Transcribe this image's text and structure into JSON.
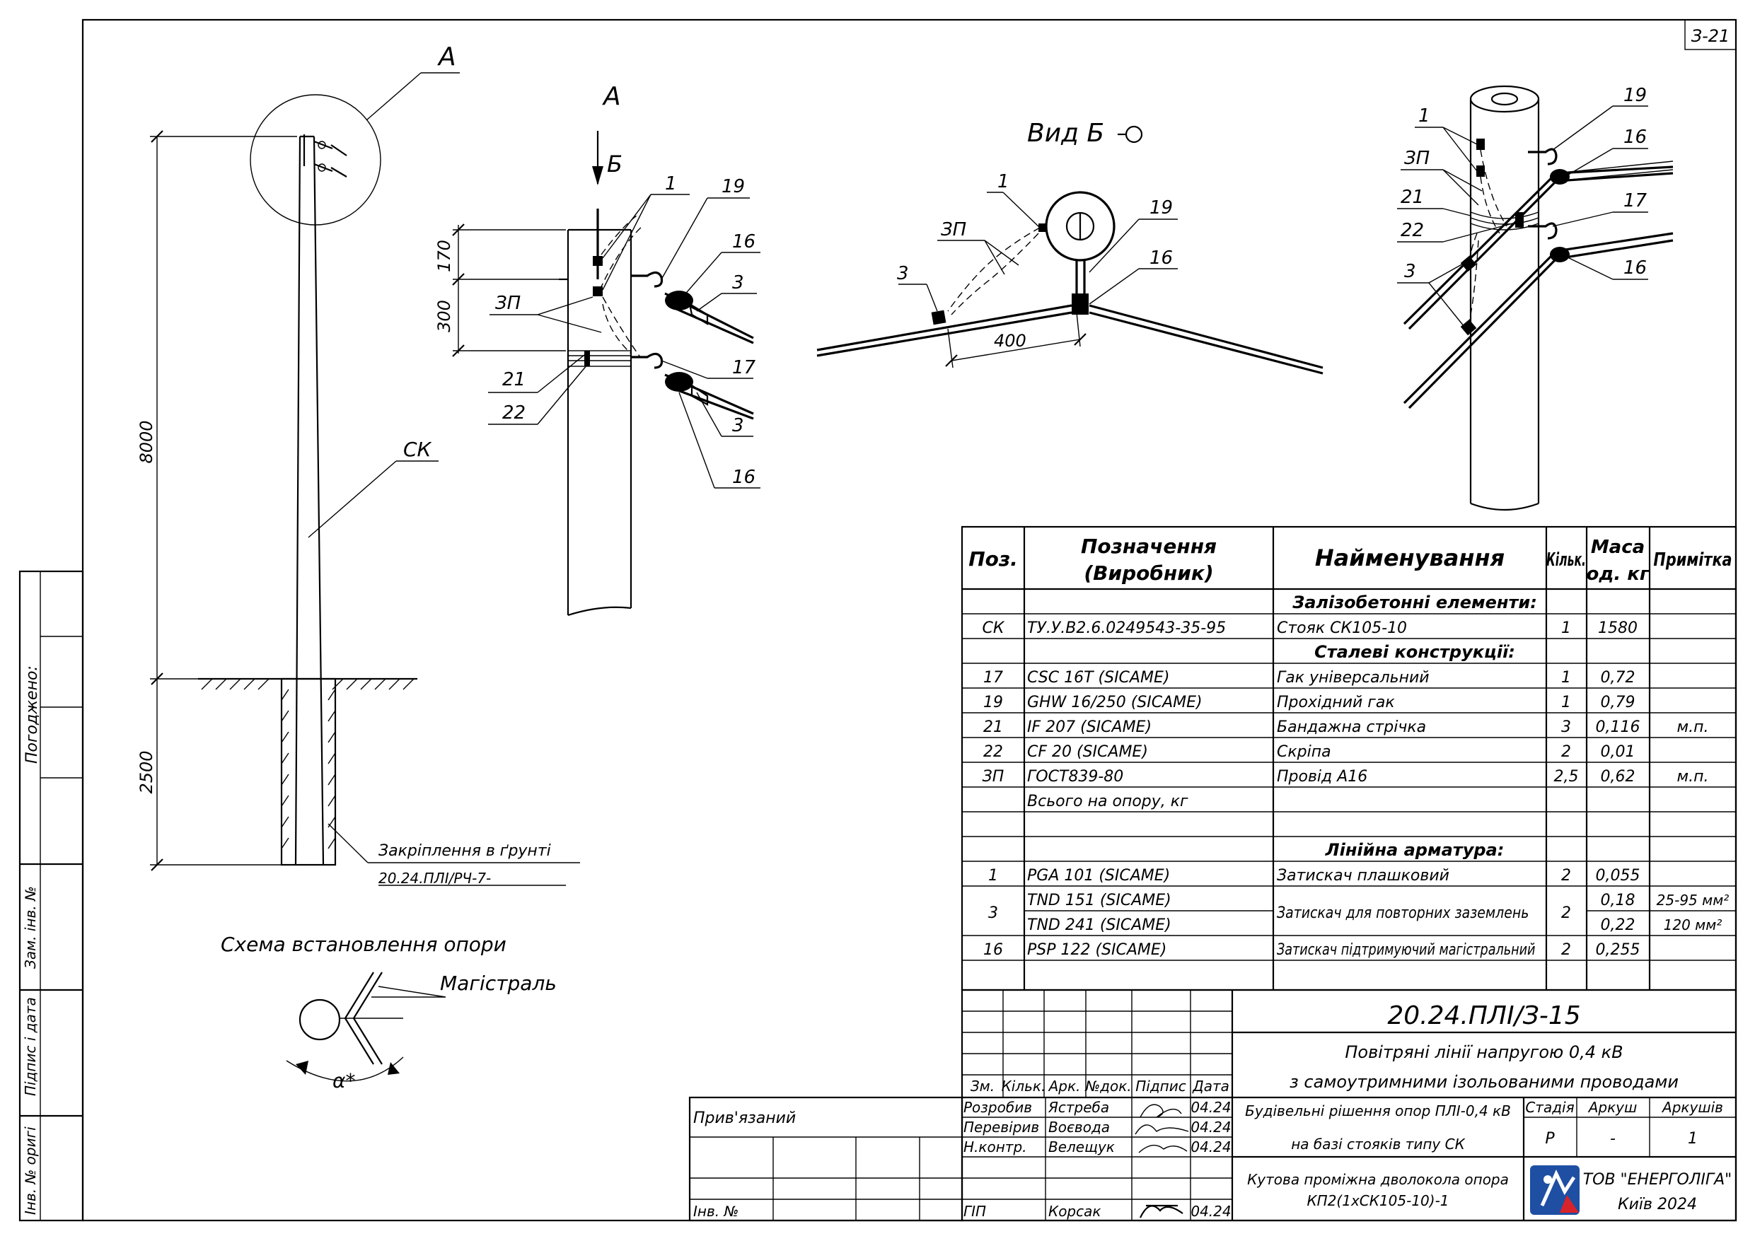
{
  "sheet_tag": "З-21",
  "view_labels": {
    "detail_a": "А",
    "a_top": "А",
    "b_arrow": "Б",
    "vid_b": "Вид Б"
  },
  "pole_elevation": {
    "dim_top": "8000",
    "dim_ground": "2500",
    "sk_label": "СК",
    "fix_label": "Закріплення в ґрунті",
    "fix_ref": "20.24.ПЛІ/РЧ-7-"
  },
  "detail_a": {
    "dim_170": "170",
    "dim_300": "300",
    "callouts": {
      "c1": "1",
      "c19": "19",
      "c16a": "16",
      "c3a": "3",
      "c17": "17",
      "c3b": "3",
      "c16b": "16",
      "c3p": "ЗП",
      "c21": "21",
      "c22": "22"
    }
  },
  "vid_b": {
    "callouts": {
      "c1": "1",
      "c3p": "ЗП",
      "c19": "19",
      "c3": "3",
      "c16": "16"
    },
    "dim_400": "400"
  },
  "iso_view": {
    "callouts": {
      "c1": "1",
      "c3p": "ЗП",
      "c21": "21",
      "c22": "22",
      "c3": "3",
      "c19": "19",
      "c16a": "16",
      "c17": "17",
      "c16b": "16"
    }
  },
  "install_scheme": {
    "title": "Схема встановлення опори",
    "line_label": "Магістраль",
    "angle_label": "α*"
  },
  "left_strip": {
    "pogodzheno": "Погоджено:",
    "zam_inv": "Зам. інв. №",
    "pidpys_data": "Підпис і дата",
    "inv_oryg": "Інв. № оригі"
  },
  "spec_table": {
    "headers": {
      "pos": "Поз.",
      "designation_1": "Позначення",
      "designation_2": "(Виробник)",
      "name": "Найменування",
      "qty": "Кільк.",
      "mass_1": "Маса",
      "mass_2": "од. кг",
      "note": "Примітка"
    },
    "sec_concrete": "Залізобетонні елементи:",
    "sec_steel": "Сталеві конструкції:",
    "sec_fittings": "Лінійна арматура:",
    "rows": [
      {
        "pos": "СК",
        "des": "ТУ.У.В2.6.0249543-35-95",
        "name": "Стояк СК105-10",
        "qty": "1",
        "mass": "1580",
        "note": ""
      },
      {
        "pos": "17",
        "des": "CSC 16T   (SICAME)",
        "name": "Гак універсальний",
        "qty": "1",
        "mass": "0,72",
        "note": ""
      },
      {
        "pos": "19",
        "des": "GHW 16/250   (SICAME)",
        "name": "Прохідний гак",
        "qty": "1",
        "mass": "0,79",
        "note": ""
      },
      {
        "pos": "21",
        "des": "IF 207   (SICAME)",
        "name": "Бандажна стрічка",
        "qty": "3",
        "mass": "0,116",
        "note": "м.п."
      },
      {
        "pos": "22",
        "des": "CF 20   (SICAME)",
        "name": "Скріпа",
        "qty": "2",
        "mass": "0,01",
        "note": ""
      },
      {
        "pos": "ЗП",
        "des": "ГОСТ839-80",
        "name": "Провід А16",
        "qty": "2,5",
        "mass": "0,62",
        "note": "м.п."
      },
      {
        "pos": "",
        "des": "Всього на опору, кг",
        "name": "",
        "qty": "",
        "mass": "",
        "note": ""
      },
      {
        "pos": "1",
        "des": "PGA  101   (SICAME)",
        "name": "Затискач плашковий",
        "qty": "2",
        "mass": "0,055",
        "note": ""
      },
      {
        "pos": "3",
        "des": "TND  151   (SICAME)",
        "des2": "TND  241   (SICAME)",
        "name": "Затискач для повторних заземлень",
        "qty": "2",
        "mass": "0,18",
        "mass2": "0,22",
        "note": "25-95 мм²",
        "note2": "120 мм²"
      },
      {
        "pos": "16",
        "des": "PSP  122   (SICAME)",
        "name": "Затискач підтримуючий магістральний",
        "qty": "2",
        "mass": "0,255",
        "note": ""
      }
    ]
  },
  "title_block": {
    "doc_code": "20.24.ПЛІ/З-15",
    "title_1": "Повітряні лінії напругою 0,4 кВ",
    "title_2": "з самоутримними ізольованими проводами",
    "subtitle_1": "Будівельні рішення опор ПЛІ-0,4 кВ",
    "subtitle_2": "на базі стояків типу СК",
    "sheet_1": "Кутова проміжна дволокола опора",
    "sheet_2": "КП2(1хСК105-10)-1",
    "stage_h": "Стадія",
    "arkush_h": "Аркуш",
    "arkushiv_h": "Аркушів",
    "stage": "Р",
    "arkush": "-",
    "arkushiv": "1",
    "company": "ТОВ \"ЕНЕРГОЛІГА\"",
    "city": "Київ 2024",
    "cols": {
      "zm": "Зм.",
      "kilk": "Кільк.",
      "ark": "Арк.",
      "ndok": "№док.",
      "pidpys": "Підпис",
      "data": "Дата"
    },
    "privyaz": "Прив'язаний",
    "inv": "Інв. №",
    "staff": [
      {
        "role": "Розробив",
        "name": "Ястреба",
        "date": "04.24"
      },
      {
        "role": "Перевірив",
        "name": "Воєвода",
        "date": "04.24"
      },
      {
        "role": "Н.контр.",
        "name": "Велещук",
        "date": "04.24"
      },
      {
        "role": "ГІП",
        "name": "Корсак",
        "date": "04.24"
      }
    ]
  },
  "colors": {
    "ink": "#000000",
    "logo_blue": "#1e4fa3",
    "logo_red": "#d8232a"
  }
}
